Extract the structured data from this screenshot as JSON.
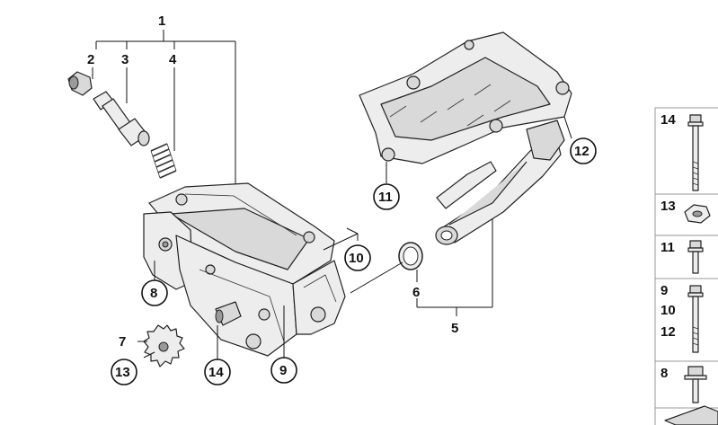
{
  "callouts": {
    "c1": "1",
    "c2": "2",
    "c3": "3",
    "c4": "4",
    "c5": "5",
    "c6": "6",
    "c7": "7",
    "c8": "8",
    "c9": "9",
    "c10": "10",
    "c11": "11",
    "c12": "12",
    "c13": "13",
    "c14": "14"
  },
  "sidebar": {
    "s14": "14",
    "s13": "13",
    "s11": "11",
    "s9": "9",
    "s10": "10",
    "s12": "12",
    "s8": "8"
  }
}
